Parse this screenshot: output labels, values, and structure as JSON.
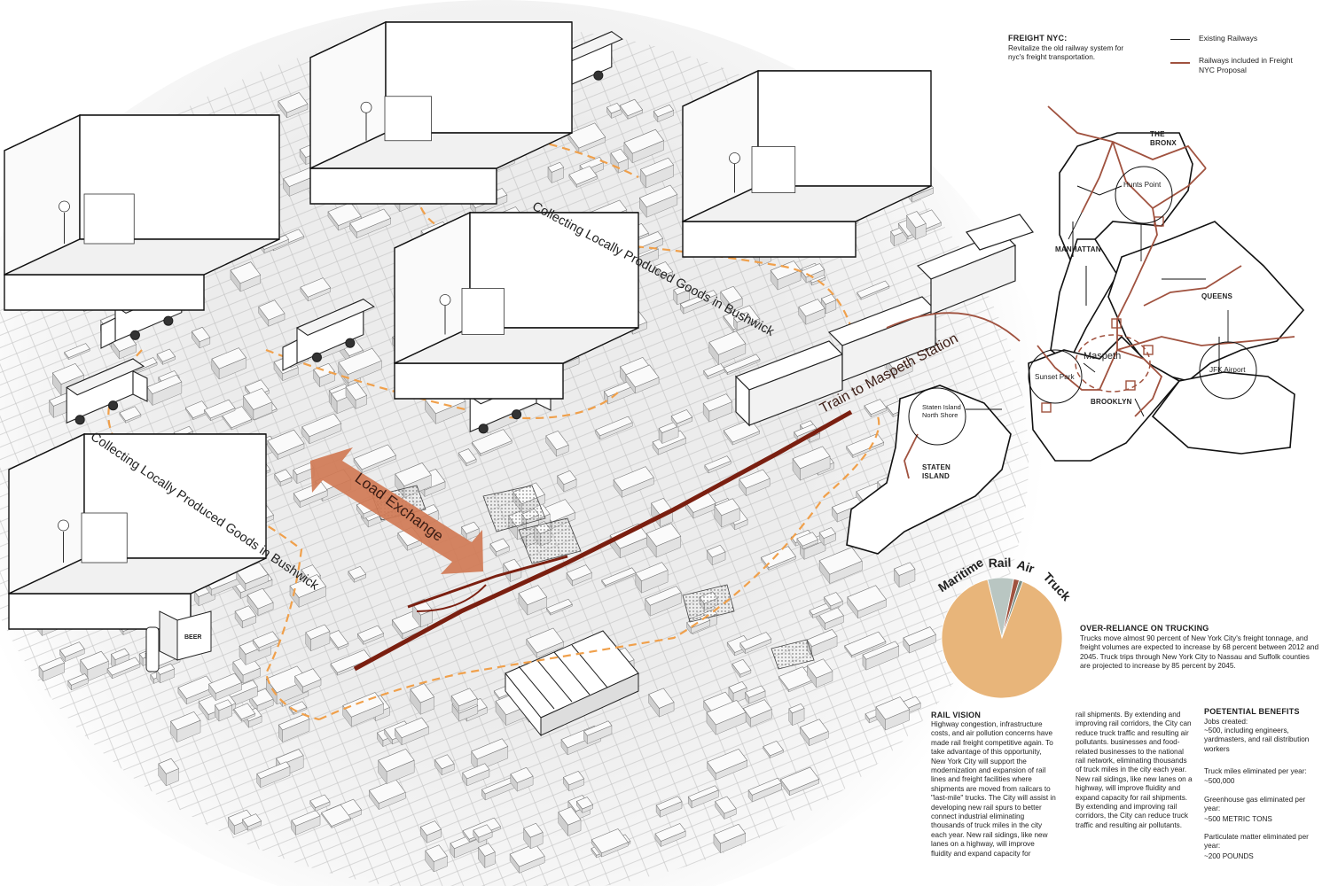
{
  "freight": {
    "title": "FREIGHT NYC:",
    "text": "Revitalize the old railway system for nyc's freight transportation."
  },
  "legend": {
    "existing": "Existing Railways",
    "proposal": "Railways included in Freight NYC Proposal",
    "colors": {
      "existing": "#222222",
      "proposal": "#a0523f"
    }
  },
  "map_labels": {
    "bronx": "THE BRONX",
    "hunts_point": "Hunts Point",
    "manhattan": "MANHATTAN",
    "queens": "QUEENS",
    "maspeth": "Maspeth",
    "sunset_park": "Sunset Park",
    "jfk": "JFK Airport",
    "brooklyn": "BROOKLYN",
    "staten_north": "Staten Island North Shore",
    "staten": "STATEN ISLAND"
  },
  "diagram_labels": {
    "collecting_top": "Collecting Locally Produced Goods in Bushwick",
    "collecting_bottom": "Collecting Locally Produced Goods in Bushwick",
    "train": "Train to Maspeth Station",
    "load_exchange": "Load Exchange",
    "beer": "BEER"
  },
  "chart_data": {
    "type": "pie",
    "categories": [
      "Maritime",
      "Rail",
      "Air",
      "Truck"
    ],
    "values": [
      7,
      1.5,
      1,
      90.5
    ],
    "colors": [
      "#b9c6c2",
      "#a0523f",
      "#7d8f84",
      "#e8b57a"
    ]
  },
  "overreliance": {
    "title": "OVER-RELIANCE ON TRUCKING",
    "text": "Trucks move almost 90 percent of New York City's freight tonnage, and freight volumes are expected to increase by 68 percent between 2012 and 2045. Truck trips through New York City to Nassau and Suffolk counties are projected to increase by 85 percent by 2045."
  },
  "rail_vision": {
    "title": "RAIL VISION",
    "text": "Highway congestion, infrastructure costs, and air pollution concerns have made rail freight competitive again. To take advantage of this opportunity, New York City will support the modernization and expansion of rail lines and freight facilities where shipments are moved from railcars to \"last-mile\" trucks. The City will assist in developing new rail spurs to better connect industrial eliminating thousands of truck miles in the city each year. New rail sidings, like new lanes on a highway, will improve fluidity and expand capacity for",
    "text2": "rail shipments. By extending and improving rail corridors, the City can reduce truck traffic and resulting air pollutants. businesses and food-related businesses to the national rail network, eliminating thousands of truck miles in the city each year. New rail sidings, like new lanes on a highway, will improve fluidity and expand capacity for rail shipments. By extending and improving rail corridors, the City can reduce truck traffic and resulting air pollutants."
  },
  "benefits": {
    "title": "POETENTIAL BENEFITS",
    "jobs_label": "Jobs created:",
    "jobs_value": "~500, including engineers, yardmasters, and rail distribution workers",
    "truck_label": "Truck miles eliminated per year:",
    "truck_value": "~500,000",
    "ghg_label": "Greenhouse gas eliminated per year:",
    "ghg_value": "~500 METRIC TONS",
    "pm_label": "Particulate matter eliminated per year:",
    "pm_value": "~200 POUNDS"
  }
}
